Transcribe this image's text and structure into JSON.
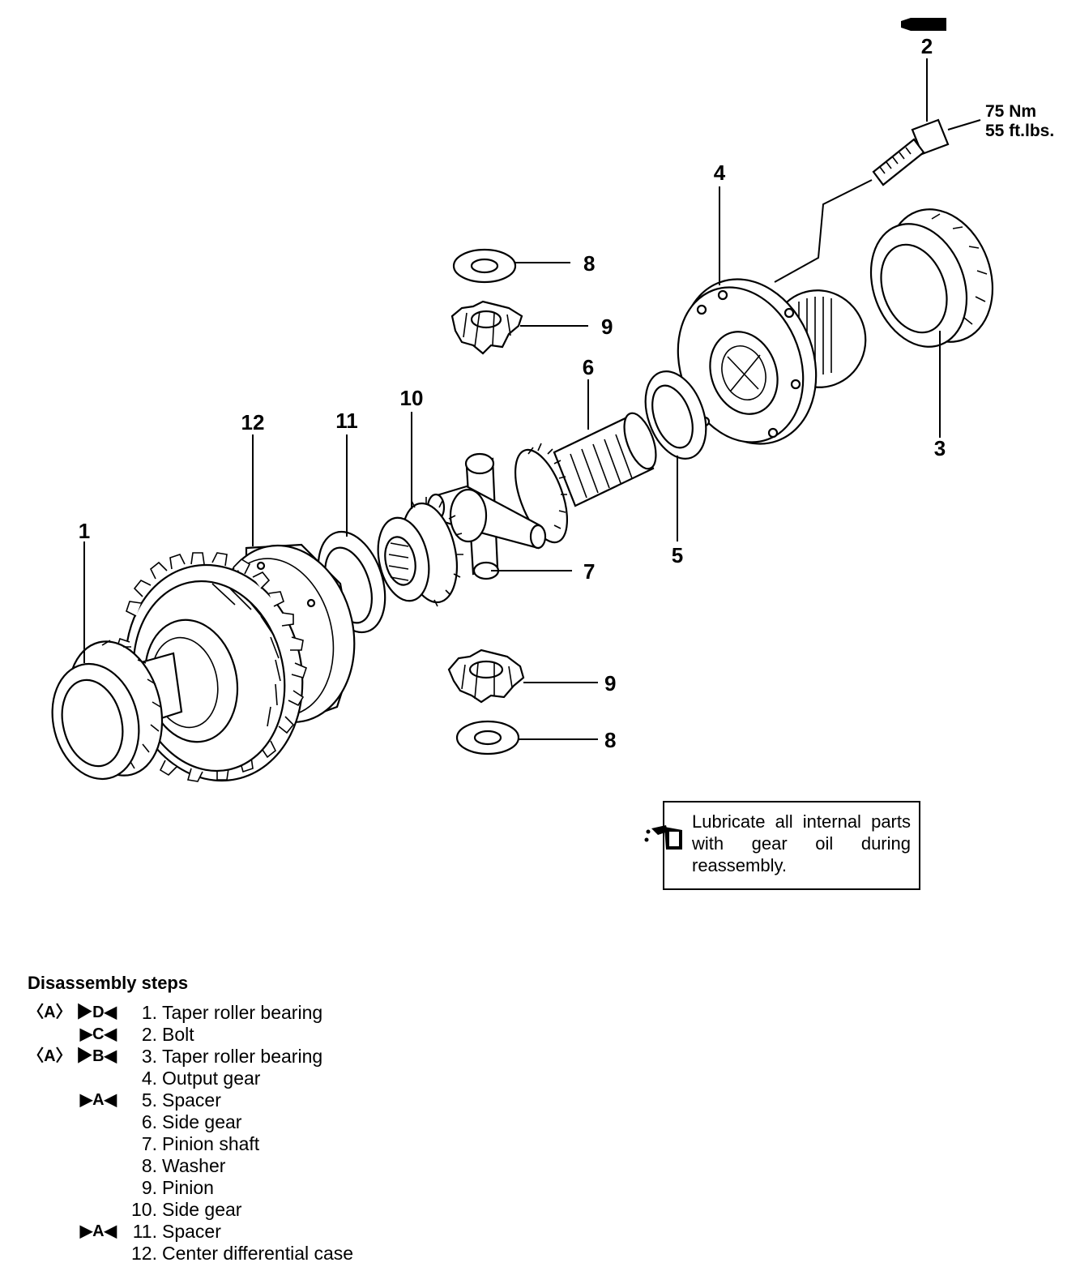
{
  "callouts": {
    "c1": "1",
    "c2": "2",
    "c3": "3",
    "c4": "4",
    "c5": "5",
    "c6": "6",
    "c7": "7",
    "c8a": "8",
    "c8b": "8",
    "c9a": "9",
    "c9b": "9",
    "c10": "10",
    "c11": "11",
    "c12": "12"
  },
  "torque": {
    "nm": "75 Nm",
    "ftlbs": "55 ft.lbs."
  },
  "note": {
    "text": "Lubricate all internal parts with gear oil during reassembly.",
    "icon": "oil-can-icon"
  },
  "steps": {
    "title": "Disassembly steps",
    "items": [
      {
        "marks": "〈A〉 ▶D◀",
        "num": "1.",
        "label": "Taper roller bearing"
      },
      {
        "marks": "▶C◀",
        "num": "2.",
        "label": "Bolt"
      },
      {
        "marks": "〈A〉 ▶B◀",
        "num": "3.",
        "label": "Taper roller bearing"
      },
      {
        "marks": "",
        "num": "4.",
        "label": "Output gear"
      },
      {
        "marks": "▶A◀",
        "num": "5.",
        "label": "Spacer"
      },
      {
        "marks": "",
        "num": "6.",
        "label": "Side gear"
      },
      {
        "marks": "",
        "num": "7.",
        "label": "Pinion shaft"
      },
      {
        "marks": "",
        "num": "8.",
        "label": "Washer"
      },
      {
        "marks": "",
        "num": "9.",
        "label": "Pinion"
      },
      {
        "marks": "",
        "num": "10.",
        "label": "Side gear"
      },
      {
        "marks": "▶A◀",
        "num": "11.",
        "label": "Spacer"
      },
      {
        "marks": "",
        "num": "12.",
        "label": "Center differential case"
      }
    ]
  }
}
